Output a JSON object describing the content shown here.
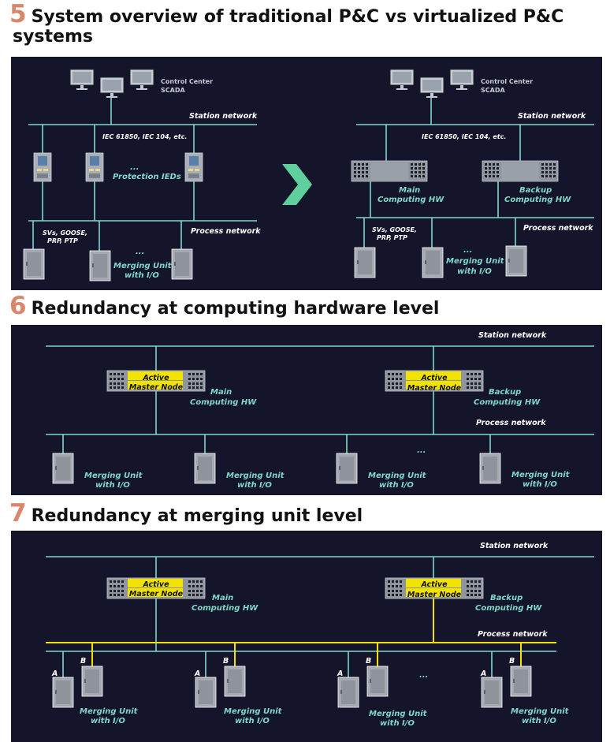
{
  "sections": [
    {
      "number": "5",
      "title_line1": "System overview of traditional P&C vs virtualized P&C",
      "title_line2": "systems"
    },
    {
      "number": "6",
      "title": "Redundancy at computing hardware level"
    },
    {
      "number": "7",
      "title": "Redundancy at merging unit level"
    }
  ],
  "panel5": {
    "control_center": "Control Center",
    "scada": "SCADA",
    "station_network": "Station network",
    "protocols_top": "IEC 61850, IEC 104, etc.",
    "protection_ieds": "Protection IEDs",
    "process_network": "Process network",
    "bottom_protocols_1": "SVs, GOOSE,",
    "bottom_protocols_2": "PRP, PTP",
    "ellipsis": "...",
    "mu_line1": "Merging Unit",
    "mu_line2": "with I/O",
    "main_hw_1": "Main",
    "main_hw_2": "Computing HW",
    "backup_hw_1": "Backup",
    "backup_hw_2": "Computing HW"
  },
  "panel6": {
    "station_network": "Station network",
    "process_network": "Process network",
    "active": "Active",
    "master_node": "Master Node",
    "main_1": "Main",
    "main_2": "Computing HW",
    "backup_1": "Backup",
    "backup_2": "Computing HW",
    "mu_line1": "Merging Unit",
    "mu_line2": "with I/O",
    "ellipsis": "..."
  },
  "panel7": {
    "station_network": "Station network",
    "process_network": "Process network",
    "active": "Active",
    "master_node": "Master Node",
    "main_1": "Main",
    "main_2": "Computing HW",
    "backup_1": "Backup",
    "backup_2": "Computing HW",
    "mu_line1": "Merging Unit",
    "mu_line2": "with I/O",
    "a": "A",
    "b": "B",
    "ellipsis": "..."
  }
}
